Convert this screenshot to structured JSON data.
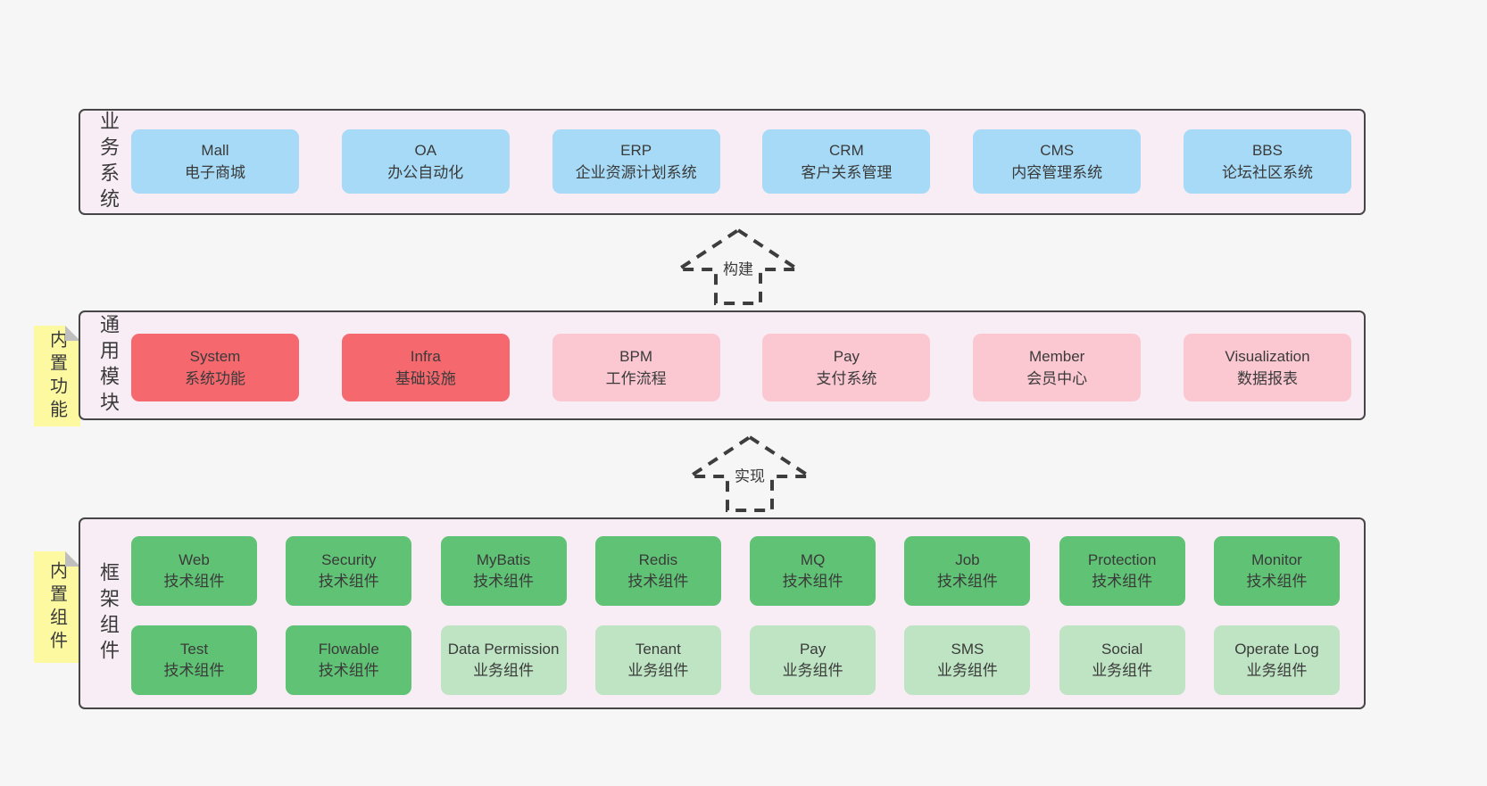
{
  "colors": {
    "page_bg": "#f6f6f6",
    "panel_bg": "#f8edf5",
    "panel_border": "#464646",
    "blue_box": "#a6daf6",
    "red_box": "#f4686e",
    "pink_box": "#fbc8d2",
    "green_box": "#5fc274",
    "lightgreen_box": "#bee4c3",
    "sticky_yellow": "#fcf9a0",
    "text": "#3a3a3a"
  },
  "arrows": {
    "build": "构建",
    "implement": "实现"
  },
  "panels": {
    "business": {
      "label": "业务系统",
      "boxes": [
        {
          "title": "Mall",
          "subtitle": "电子商城"
        },
        {
          "title": "OA",
          "subtitle": "办公自动化"
        },
        {
          "title": "ERP",
          "subtitle": "企业资源计划系统"
        },
        {
          "title": "CRM",
          "subtitle": "客户关系管理"
        },
        {
          "title": "CMS",
          "subtitle": "内容管理系统"
        },
        {
          "title": "BBS",
          "subtitle": "论坛社区系统"
        }
      ]
    },
    "modules": {
      "label": "通用模块",
      "sticky": "内置功能",
      "boxes": [
        {
          "title": "System",
          "subtitle": "系统功能"
        },
        {
          "title": "Infra",
          "subtitle": "基础设施"
        },
        {
          "title": "BPM",
          "subtitle": "工作流程"
        },
        {
          "title": "Pay",
          "subtitle": "支付系统"
        },
        {
          "title": "Member",
          "subtitle": "会员中心"
        },
        {
          "title": "Visualization",
          "subtitle": "数据报表"
        }
      ]
    },
    "components": {
      "label": "框架组件",
      "sticky": "内置组件",
      "row1": [
        {
          "title": "Web",
          "subtitle": "技术组件"
        },
        {
          "title": "Security",
          "subtitle": "技术组件"
        },
        {
          "title": "MyBatis",
          "subtitle": "技术组件"
        },
        {
          "title": "Redis",
          "subtitle": "技术组件"
        },
        {
          "title": "MQ",
          "subtitle": "技术组件"
        },
        {
          "title": "Job",
          "subtitle": "技术组件"
        },
        {
          "title": "Protection",
          "subtitle": "技术组件"
        },
        {
          "title": "Monitor",
          "subtitle": "技术组件"
        }
      ],
      "row2": [
        {
          "title": "Test",
          "subtitle": "技术组件"
        },
        {
          "title": "Flowable",
          "subtitle": "技术组件"
        },
        {
          "title": "Data Permission",
          "subtitle": "业务组件"
        },
        {
          "title": "Tenant",
          "subtitle": "业务组件"
        },
        {
          "title": "Pay",
          "subtitle": "业务组件"
        },
        {
          "title": "SMS",
          "subtitle": "业务组件"
        },
        {
          "title": "Social",
          "subtitle": "业务组件"
        },
        {
          "title": "Operate Log",
          "subtitle": "业务组件"
        }
      ]
    }
  }
}
